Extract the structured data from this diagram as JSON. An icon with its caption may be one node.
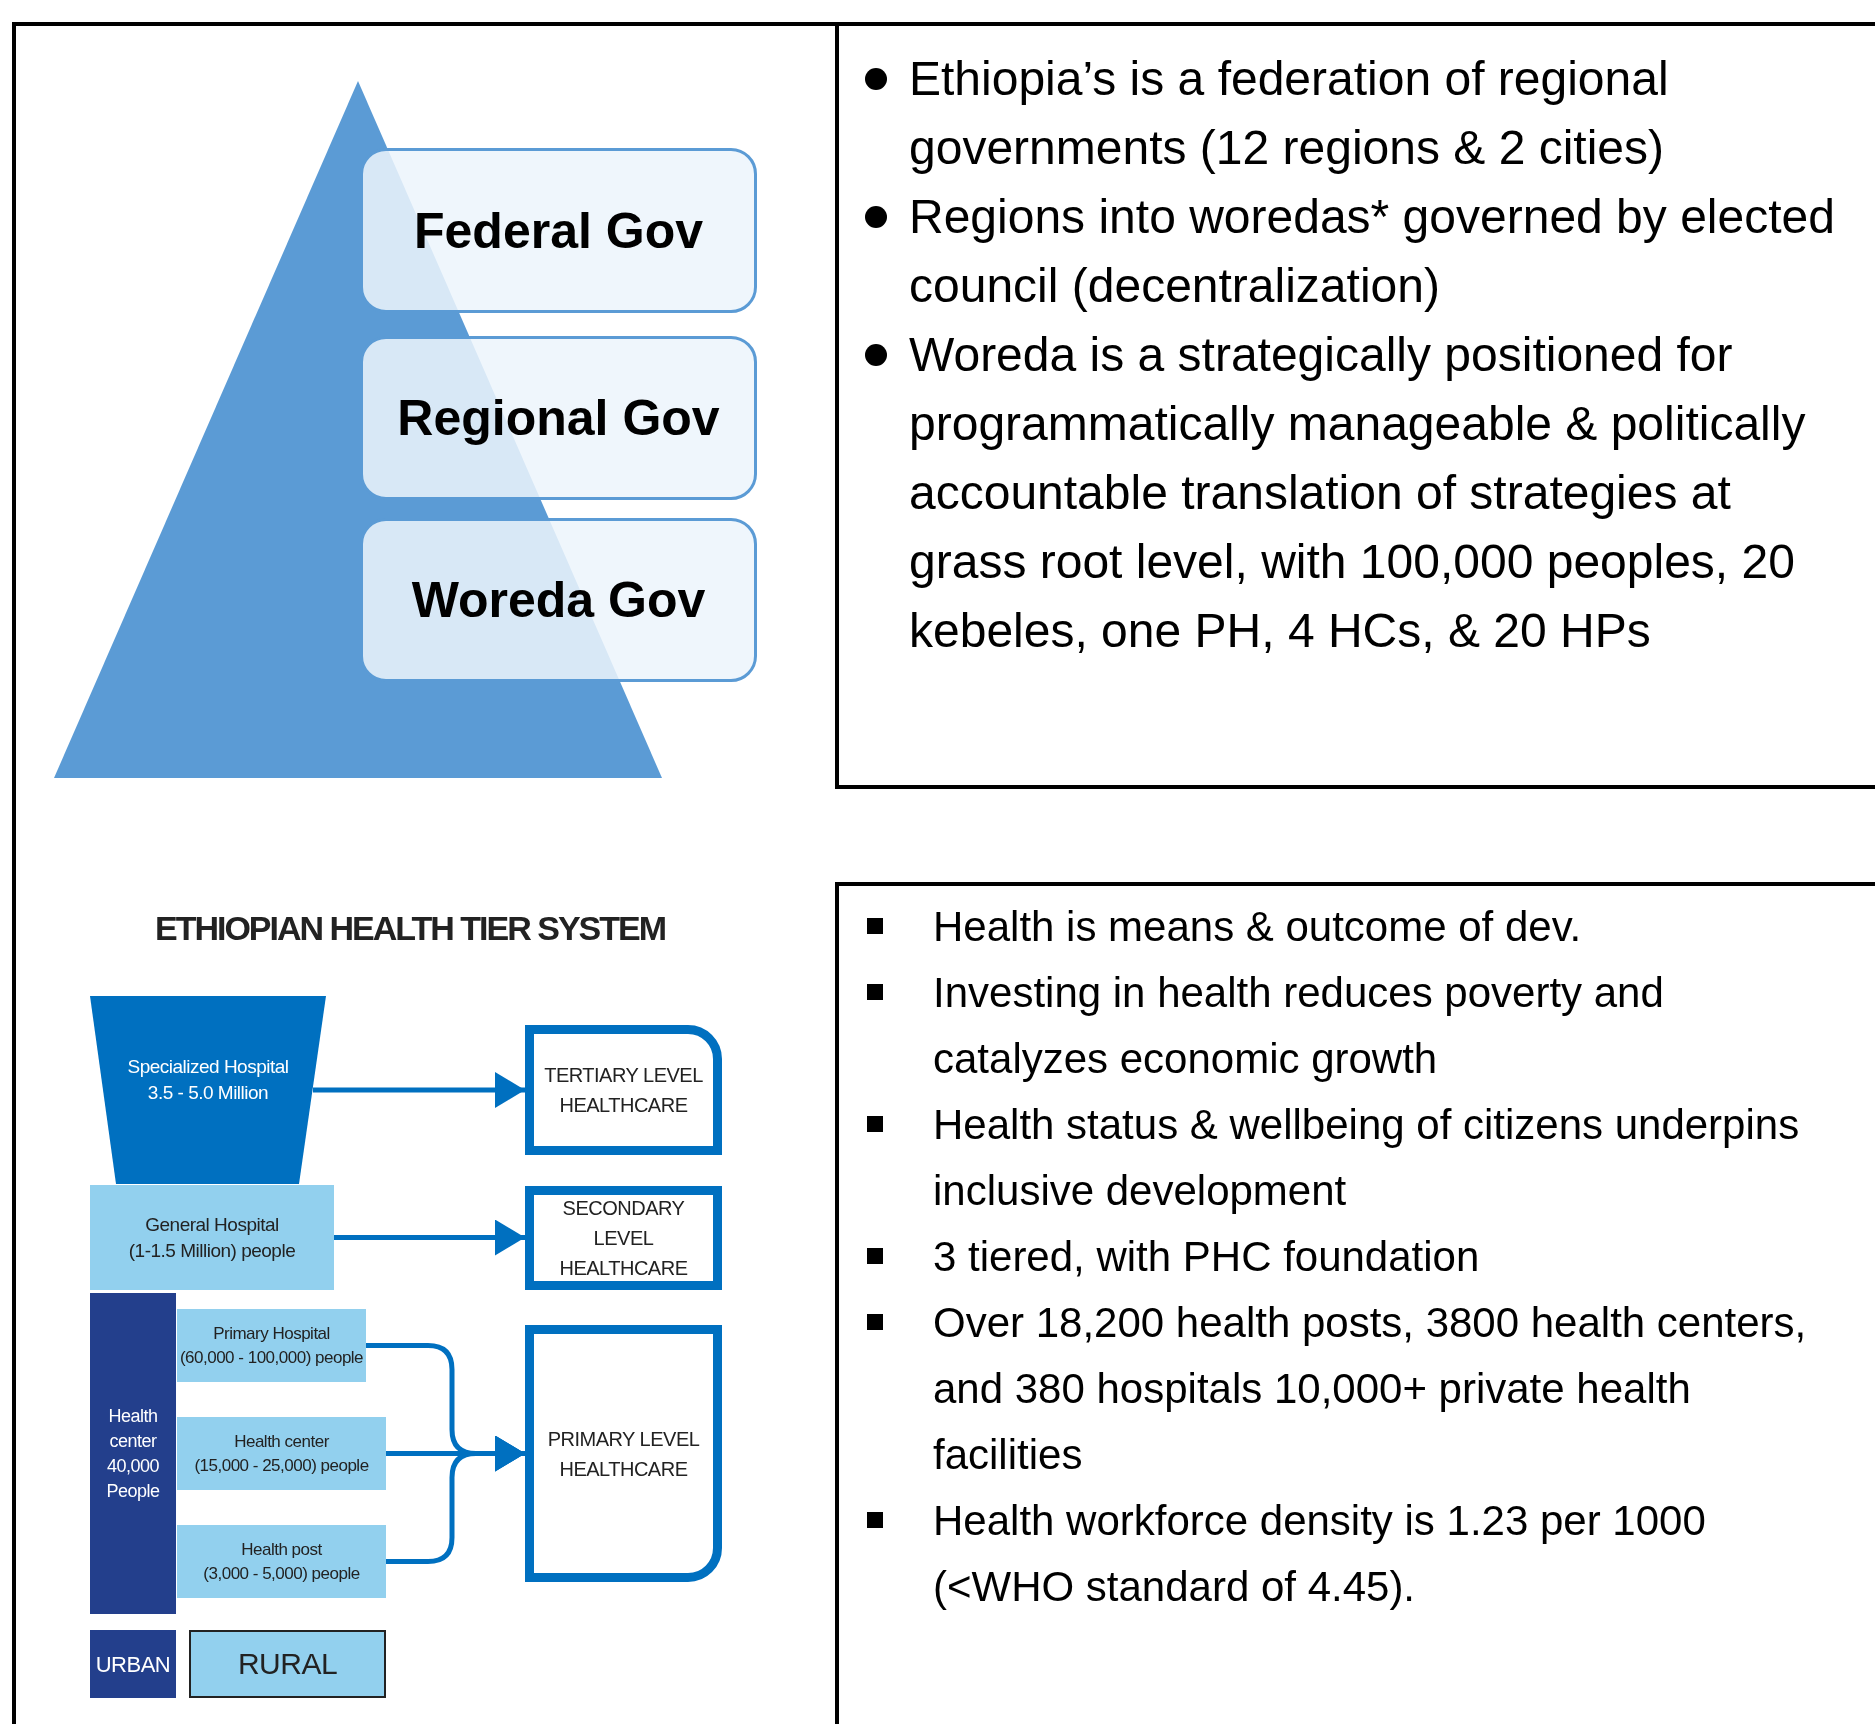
{
  "diagram": {
    "nodes": [
      {
        "text": [
          "Federal Gov"
        ]
      },
      {
        "text": [
          "Regional Gov"
        ]
      },
      {
        "text": [
          "Woreda Gov"
        ]
      },
      {
        "text": [
          "Ethiopia’s is a federation of regional governments (12 regions & 2 cities)",
          "Regions into woredas* governed by elected council (decentralization)",
          "Woreda is a strategically positioned for programmatically manageable & politically accountable translation of strategies at grass root level, with 100,000 peoples, 20 kebeles, one PH, 4 HCs, & 20 HPs"
        ]
      },
      {
        "text": [
          "Health is means & outcome of dev.",
          "Investing in health reduces poverty and catalyzes economic growth",
          "Health status & wellbeing of citizens underpins inclusive development",
          "3 tiered, with PHC foundation",
          "Over 18,200 health posts, 3800 health centers, and 380 hospitals 10,000+ private health facilities",
          "Health workforce density is 1.23 per 1000 (<WHO standard of 4.45)."
        ]
      },
      {
        "text": [
          "Specialized Hospital",
          "3.5 - 5.0 Million"
        ]
      },
      {
        "text": [
          "General Hospital",
          "(1-1.5 Million) people"
        ]
      },
      {
        "text": [
          "Health center 40,000 People"
        ]
      },
      {
        "text": [
          "Primary Hospital",
          "(60,000 - 100,000) people"
        ]
      },
      {
        "text": [
          "Health center",
          "(15,000 - 25,000) people"
        ]
      },
      {
        "text": [
          "Health post",
          "(3,000 - 5,000) people"
        ]
      },
      {
        "text": [
          "URBAN"
        ]
      },
      {
        "text": [
          "RURAL"
        ]
      },
      {
        "text": [
          "TERTIARY LEVEL HEALTHCARE"
        ]
      },
      {
        "text": [
          "SECONDARY LEVEL HEALTHCARE"
        ]
      },
      {
        "text": [
          "PRIMARY LEVEL HEALTHCARE"
        ]
      },
      {
        "text": [],
        "shape": "triangle"
      }
    ],
    "edges": [
      {
        "from": 5,
        "to": 13,
        "arrow": "to"
      },
      {
        "from": 6,
        "to": 14,
        "arrow": "to"
      },
      {
        "from": 8,
        "to": 15,
        "arrow": "to"
      },
      {
        "from": 9,
        "to": 15,
        "arrow": "to"
      },
      {
        "from": 10,
        "to": 15,
        "arrow": "to"
      }
    ],
    "labels": [
      "ETHIOPIAN HEALTH TIER SYSTEM"
    ]
  }
}
